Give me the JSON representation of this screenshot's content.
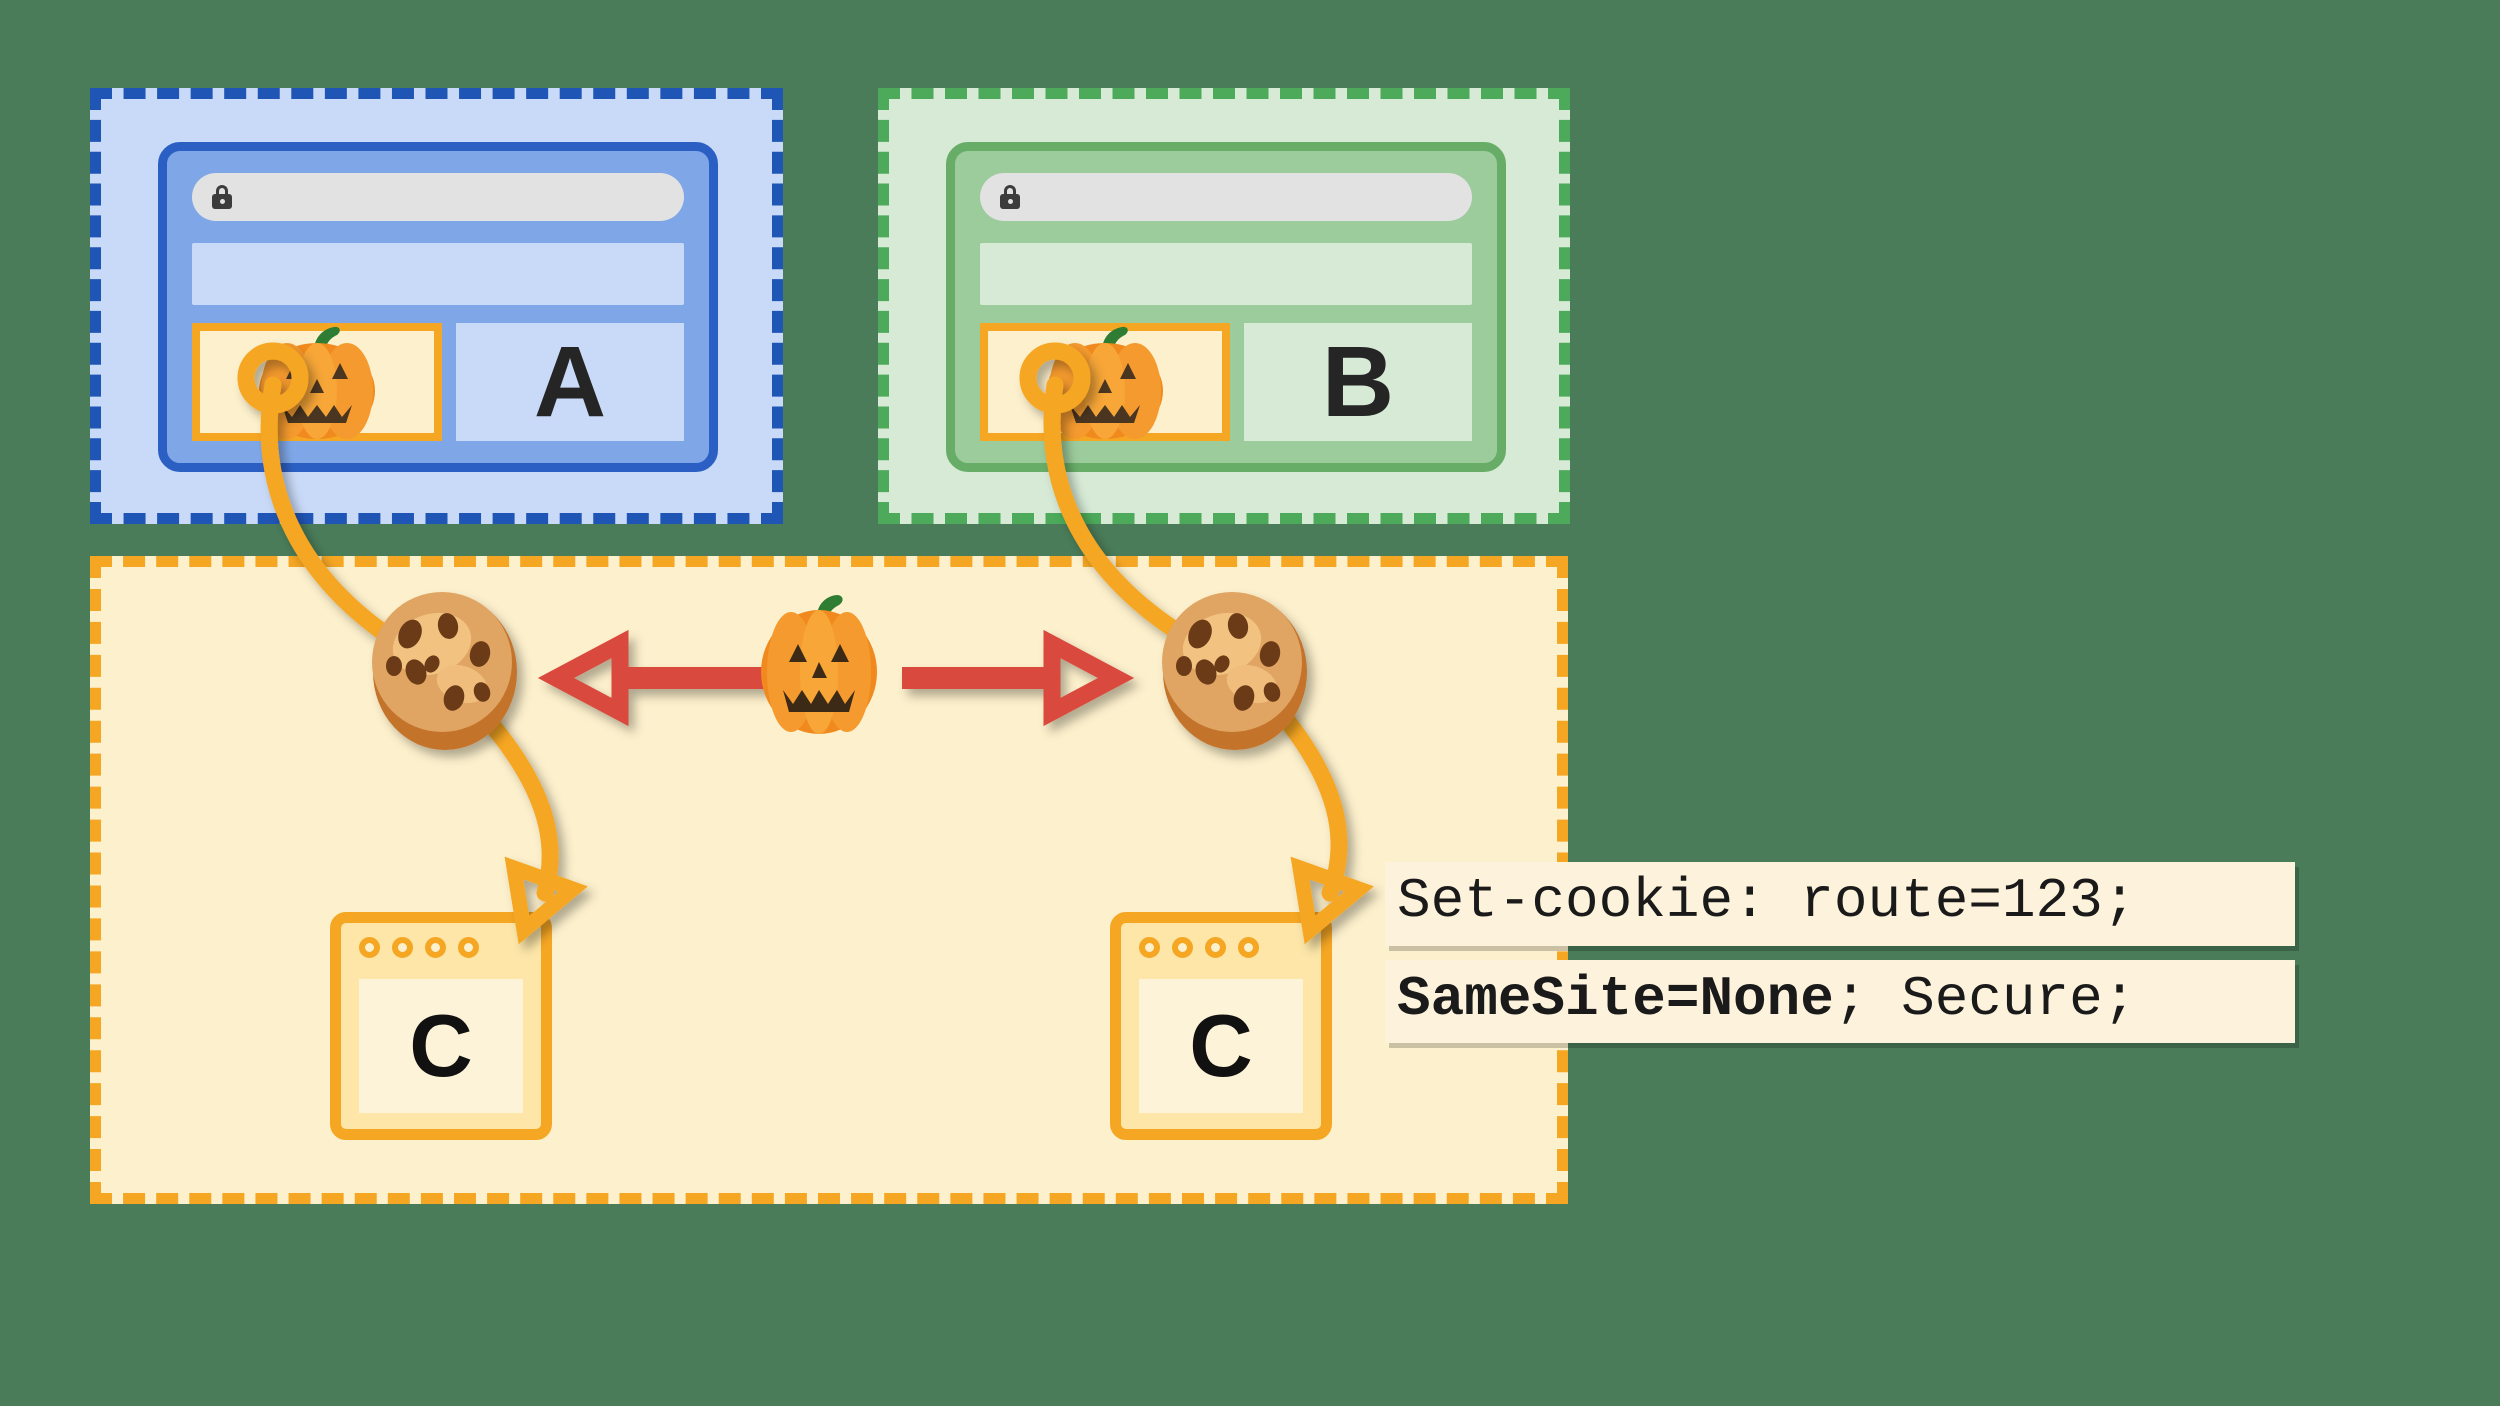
{
  "diagram": {
    "title": "SameSite=None cross-site cookie diagram",
    "colors": {
      "context_a_border": "#1f55b5",
      "context_a_fill": "#c9daf8",
      "context_b_border": "#4caa5a",
      "context_b_fill": "#d6ead6",
      "context_c_border": "#f5a623",
      "context_c_fill": "#fdf0cc",
      "arrow_red": "#d94a3d",
      "connector_orange": "#f5a623",
      "background": "#4a7c59"
    }
  },
  "contexts": [
    {
      "id": "a",
      "label": "A",
      "kind": "browser-window"
    },
    {
      "id": "b",
      "label": "B",
      "kind": "browser-window"
    },
    {
      "id": "c",
      "label": "C",
      "kind": "server-group"
    }
  ],
  "browser_a": {
    "letter": "A",
    "url_value": "",
    "url_placeholder": "",
    "lock_icon": "lock-icon",
    "embed_icon": "pumpkin-icon"
  },
  "browser_b": {
    "letter": "B",
    "url_value": "",
    "url_placeholder": "",
    "lock_icon": "lock-icon",
    "embed_icon": "pumpkin-icon"
  },
  "servers": [
    {
      "letter": "C"
    },
    {
      "letter": "C"
    }
  ],
  "cookies": [
    {
      "icon": "cookie-icon",
      "side": "left"
    },
    {
      "icon": "cookie-icon",
      "side": "right"
    }
  ],
  "center_marker": {
    "icon": "pumpkin-icon"
  },
  "exchange_arrow": {
    "icon": "double-headed-arrow-icon",
    "direction": "bidirectional"
  },
  "callout": {
    "line1": "Set-cookie: route=123;",
    "line2_bold": "SameSite=None",
    "line2_rest": "; Secure;"
  }
}
